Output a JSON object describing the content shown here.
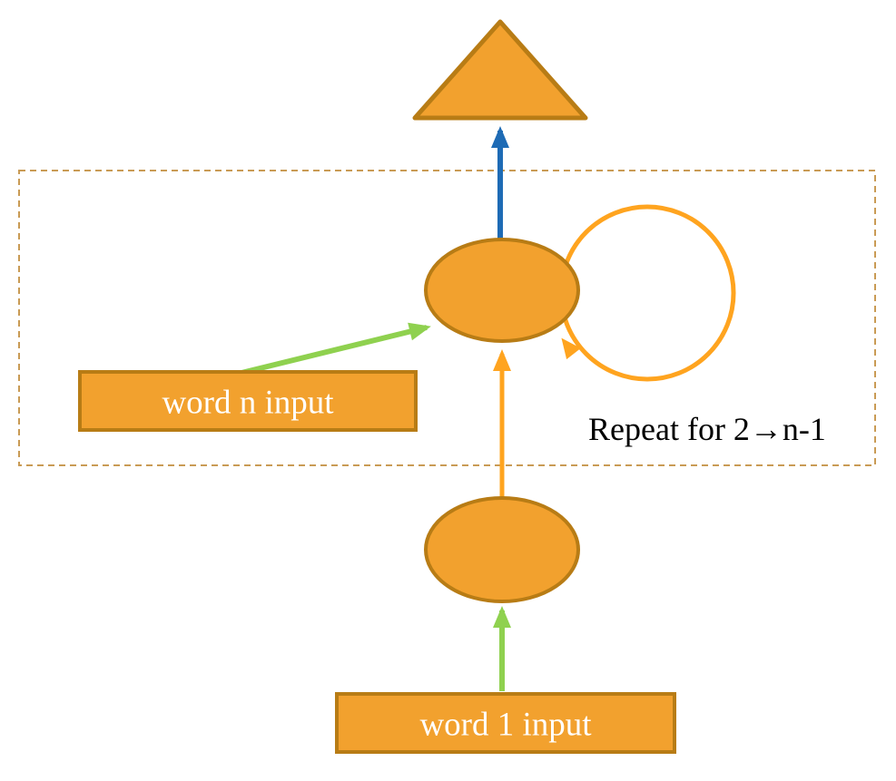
{
  "diagram": {
    "labels": {
      "word_n_input": "word n input",
      "word_1_input": "word 1 input",
      "repeat_note": "Repeat for 2→n-1"
    },
    "colors": {
      "node_fill": "#F2A12E",
      "node_stroke": "#B87C15",
      "loop_orange": "#FFA41F",
      "arrow_green": "#8FD14F",
      "arrow_blue": "#1E6BB5",
      "dashed_border": "#C99B55",
      "box_text": "#FFFFFF",
      "note_text": "#000000"
    }
  }
}
